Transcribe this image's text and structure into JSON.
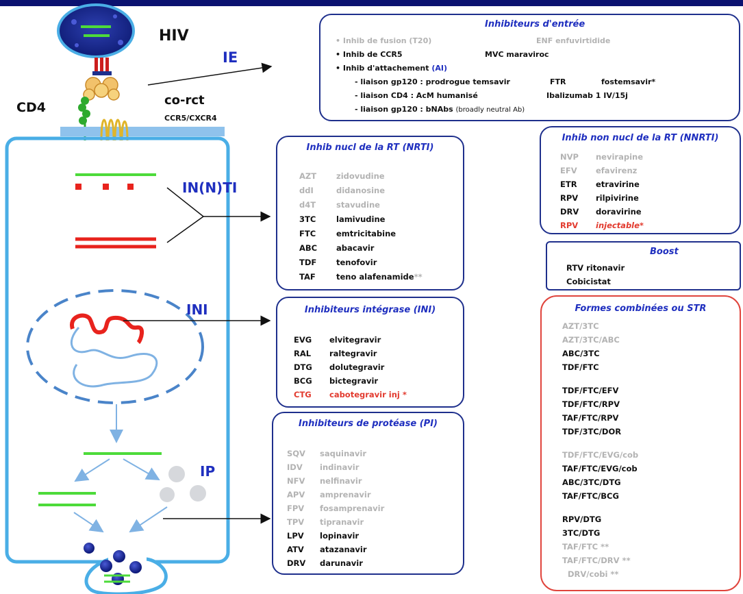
{
  "labels": {
    "hiv": "HIV",
    "cd4": "CD4",
    "co_rct": "co-rct",
    "corecept": "CCR5/CXCR4",
    "ie": "IE",
    "innti": "IN(N)TI",
    "ini": "INI",
    "ip": "IP"
  },
  "entry": {
    "title": "Inhibiteurs d'entrée",
    "rows": [
      {
        "text": "• Inhib de fusion  (T20)",
        "drug": "ENF   enfuvirtidide"
      },
      {
        "text": "• Inhib de CCR5",
        "drug": "MVC    maraviroc"
      },
      {
        "text": "• Inhib d'attachement ",
        "ai": "(AI)"
      },
      {
        "text": "- liaison gp120 : prodrogue temsavir",
        "drug": "FTR",
        "drug2": "fostemsavir*"
      },
      {
        "text": "- liaison CD4 : AcM  humanisé",
        "drug": "Ibalizumab  1 IV/15j"
      },
      {
        "text": "- liaison gp120 : bNAbs ",
        "note": "(broadly neutral Ab)"
      }
    ]
  },
  "nrti": {
    "title": "Inhib nucl de la RT (NRTI)",
    "rows": [
      {
        "abbr": "AZT",
        "name": "zidovudine",
        "status": "grey"
      },
      {
        "abbr": "ddI",
        "name": "didanosine",
        "status": "grey"
      },
      {
        "abbr": "d4T",
        "name": "stavudine",
        "status": "grey"
      },
      {
        "abbr": "3TC",
        "name": "lamivudine",
        "status": "black"
      },
      {
        "abbr": "FTC",
        "name": "emtricitabine",
        "status": "black"
      },
      {
        "abbr": "ABC",
        "name": "abacavir",
        "status": "black"
      },
      {
        "abbr": "TDF",
        "name": "tenofovir",
        "status": "black"
      },
      {
        "abbr": "TAF",
        "name": "teno alafenamide",
        "status": "black",
        "suffix": "**"
      }
    ]
  },
  "nnrti": {
    "title": "Inhib non nucl de la RT (NNRTI)",
    "rows": [
      {
        "abbr": "NVP",
        "name": "nevirapine",
        "status": "grey"
      },
      {
        "abbr": "EFV",
        "name": "efavirenz",
        "status": "grey"
      },
      {
        "abbr": "ETR",
        "name": "etravirine",
        "status": "black"
      },
      {
        "abbr": "RPV",
        "name": "rilpivirine",
        "status": "black"
      },
      {
        "abbr": "DRV",
        "name": "doravirine",
        "status": "black"
      },
      {
        "abbr": "RPV",
        "name": "injectable*",
        "status": "red"
      }
    ]
  },
  "boost": {
    "title": "Boost",
    "rows": [
      "RTV  ritonavir",
      "Cobicistat"
    ]
  },
  "ini_box": {
    "title": "Inhibiteurs intégrase (INI)",
    "rows": [
      {
        "abbr": "EVG",
        "name": "elvitegravir",
        "status": "black"
      },
      {
        "abbr": "RAL",
        "name": "raltegravir",
        "status": "black"
      },
      {
        "abbr": "DTG",
        "name": "dolutegravir",
        "status": "black"
      },
      {
        "abbr": "BCG",
        "name": "bictegravir",
        "status": "black"
      },
      {
        "abbr": "CTG",
        "name": "cabotegravir  inj *",
        "status": "red"
      }
    ]
  },
  "pi": {
    "title": "Inhibiteurs de protéase (PI)",
    "rows": [
      {
        "abbr": "SQV",
        "name": "saquinavir",
        "status": "grey"
      },
      {
        "abbr": "IDV",
        "name": "indinavir",
        "status": "grey"
      },
      {
        "abbr": "NFV",
        "name": "nelfinavir",
        "status": "grey"
      },
      {
        "abbr": "APV",
        "name": "amprenavir",
        "status": "grey"
      },
      {
        "abbr": "FPV",
        "name": "fosamprenavir",
        "status": "grey"
      },
      {
        "abbr": "TPV",
        "name": "tipranavir",
        "status": "grey"
      },
      {
        "abbr": "LPV",
        "name": "lopinavir",
        "status": "black"
      },
      {
        "abbr": "ATV",
        "name": "atazanavir",
        "status": "black"
      },
      {
        "abbr": "DRV",
        "name": "darunavir",
        "status": "black"
      }
    ]
  },
  "str": {
    "title": "Formes combinées ou STR",
    "groups": [
      [
        {
          "text": "AZT/3TC",
          "status": "grey"
        },
        {
          "text": "AZT/3TC/ABC",
          "status": "grey"
        },
        {
          "text": "ABC/3TC",
          "status": "black"
        },
        {
          "text": "TDF/FTC",
          "status": "black"
        }
      ],
      [
        {
          "text": "TDF/FTC/EFV",
          "status": "black"
        },
        {
          "text": "TDF/FTC/RPV",
          "status": "black"
        },
        {
          "text": "TAF/FTC/RPV",
          "status": "black"
        },
        {
          "text": "TDF/3TC/DOR",
          "status": "black"
        }
      ],
      [
        {
          "text": "TDF/FTC/EVG/cob",
          "status": "grey"
        },
        {
          "text": "TAF/FTC/EVG/cob",
          "status": "black"
        },
        {
          "text": "ABC/3TC/DTG",
          "status": "black"
        },
        {
          "text": "TAF/FTC/BCG",
          "status": "black"
        }
      ],
      [
        {
          "text": "RPV/DTG",
          "status": "black"
        },
        {
          "text": "3TC/DTG",
          "status": "black"
        },
        {
          "text": "TAF/FTC **",
          "status": "grey"
        },
        {
          "text": "TAF/FTC/DRV **",
          "status": "grey"
        },
        {
          "text": "DRV/cobi **",
          "status": "grey"
        }
      ]
    ]
  },
  "colors": {
    "title_blue": "#1f2fbf",
    "box_border": "#1e2f8c",
    "str_border": "#e0443c",
    "active": "#111111",
    "obsolete": "#b3b3b3",
    "injectable": "#e23a2e",
    "cell_border": "#4aaee6",
    "rna_green": "#4ddb3a",
    "dna_red": "#e8231d"
  }
}
